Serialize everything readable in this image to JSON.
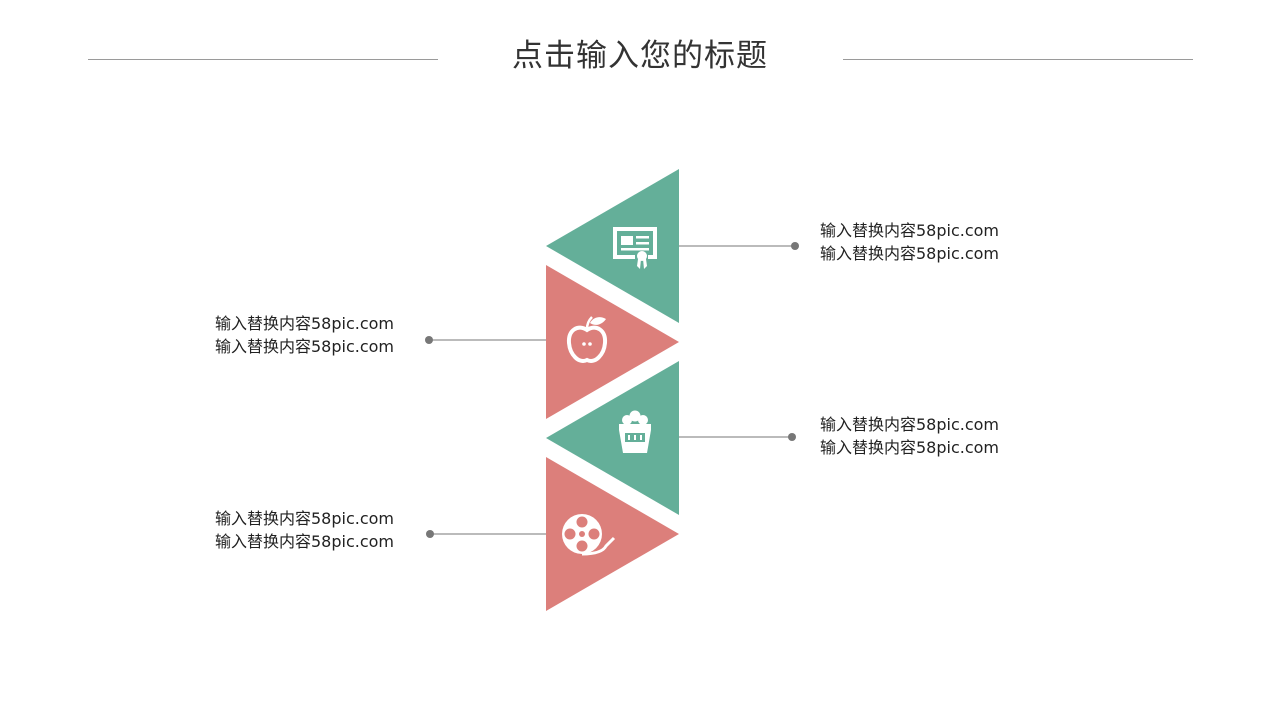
{
  "header": {
    "title": "点击输入您的标题"
  },
  "colors": {
    "green": "#64af99",
    "red": "#dc7f7b",
    "connector": "#777777",
    "rule": "#9a9a9a",
    "icon": "#ffffff"
  },
  "steps": [
    {
      "icon": "certificate-icon",
      "color": "green",
      "side": "right",
      "lines": [
        "输入替换内容58pic.com",
        "输入替换内容58pic.com"
      ]
    },
    {
      "icon": "apple-icon",
      "color": "red",
      "side": "left",
      "lines": [
        "输入替换内容58pic.com",
        "输入替换内容58pic.com"
      ]
    },
    {
      "icon": "popcorn-icon",
      "color": "green",
      "side": "right",
      "lines": [
        "输入替换内容58pic.com",
        "输入替换内容58pic.com"
      ]
    },
    {
      "icon": "film-reel-icon",
      "color": "red",
      "side": "left",
      "lines": [
        "输入替换内容58pic.com",
        "输入替换内容58pic.com"
      ]
    }
  ]
}
